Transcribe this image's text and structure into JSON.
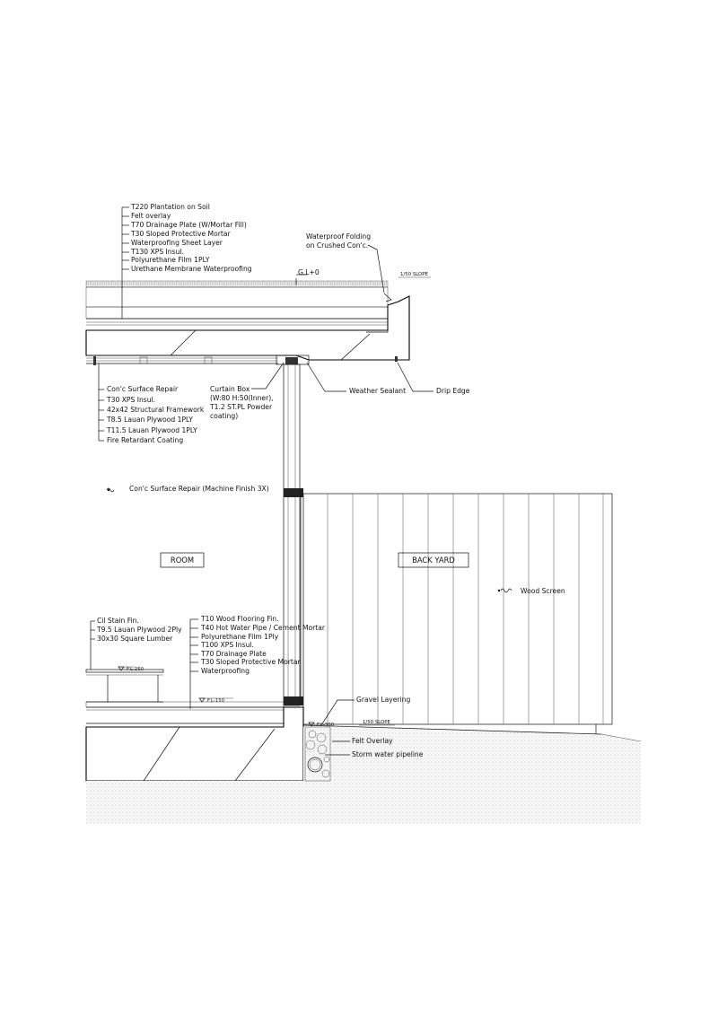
{
  "roof_notes": [
    "T220 Plantation on Soil",
    "Felt overlay",
    "T70 Drainage Plate (W/Mortar Fill)",
    "T30 Sloped Protective Mortar",
    "Waterproofing Sheet Layer",
    "T130 XPS Insul.",
    "Polyurethane Film 1PLY",
    "Urethane Membrane Waterproofing"
  ],
  "waterproof_folding": [
    "Waterproof Folding",
    "on Crushed Con'c."
  ],
  "ground_level": "G.L+0",
  "roof_slope": "1/50 SLOPE",
  "ceiling_notes": [
    "Con'c Surface Repair",
    "T30 XPS Insul.",
    "42x42 Structural Framework",
    "T8.5 Lauan Plywood 1PLY",
    "T11.5 Lauan Plywood 1PLY",
    "Fire Retardant Coating"
  ],
  "curtain_box": [
    "Curtain Box",
    "(W:80 H:50(Inner),",
    "T1.2 ST.PL Powder",
    "coating)"
  ],
  "weather_sealant": "Weather Sealant",
  "drip_edge": "Drip Edge",
  "wall_note": "Con'c Surface Repair (Machine Finish 3X)",
  "room_label": "ROOM",
  "backyard_label": "BACK YARD",
  "wood_screen": "Wood Screen",
  "sill_notes": [
    "Cil Stain Fin.",
    "T9.5 Lauan Plywood 2Ply",
    "30x30 Square Lumber"
  ],
  "floor_notes": [
    "T10 Wood Flooring Fin.",
    "T40 Hot Water Pipe / Cement Mortar",
    "Polyurethane Film 1Ply",
    "T100 XPS Insul.",
    "T70 Drainage Plate",
    "T30 Sloped Protective Mortar",
    "Waterproofing"
  ],
  "fl_250": "F.L-250",
  "fl_150": "F.L-150",
  "fl_300": "F.L-300",
  "gravel_layering": "Gravel Layering",
  "yard_slope": "1/50 SLOPE",
  "felt_overlay": "Felt Overlay",
  "storm_pipe": "Storm water pipeline"
}
